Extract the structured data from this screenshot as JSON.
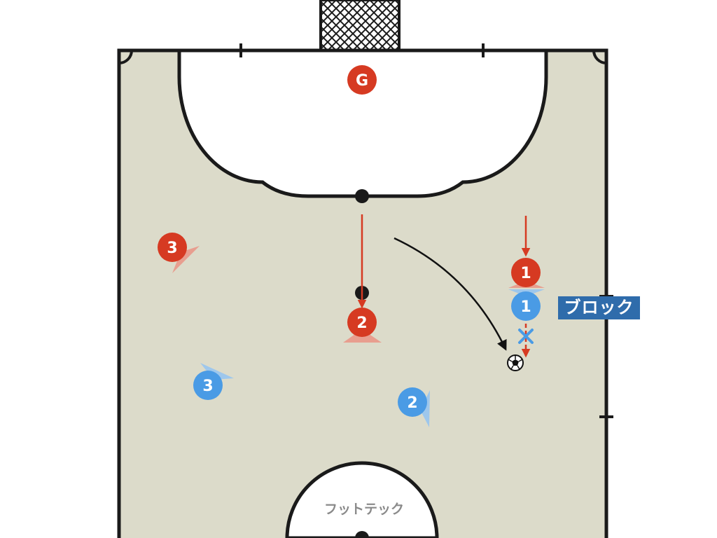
{
  "labels": {
    "goalkeeper": "G",
    "red_1": "1",
    "red_2": "2",
    "red_3": "3",
    "blue_1": "1",
    "blue_2": "2",
    "blue_3": "3",
    "block_tag": "ブロック",
    "watermark": "フットテック"
  },
  "colors": {
    "court": "#dcdbca",
    "lines": "#1a1a1a",
    "red_team": "#d63a22",
    "blue_team": "#4a9be5",
    "tag_bg": "#2f6cab",
    "run_arrow": "#d63a22",
    "pass_arrow": "#111111"
  },
  "icons": [
    "goal-net-icon",
    "ball-icon",
    "cross-mark-icon"
  ]
}
